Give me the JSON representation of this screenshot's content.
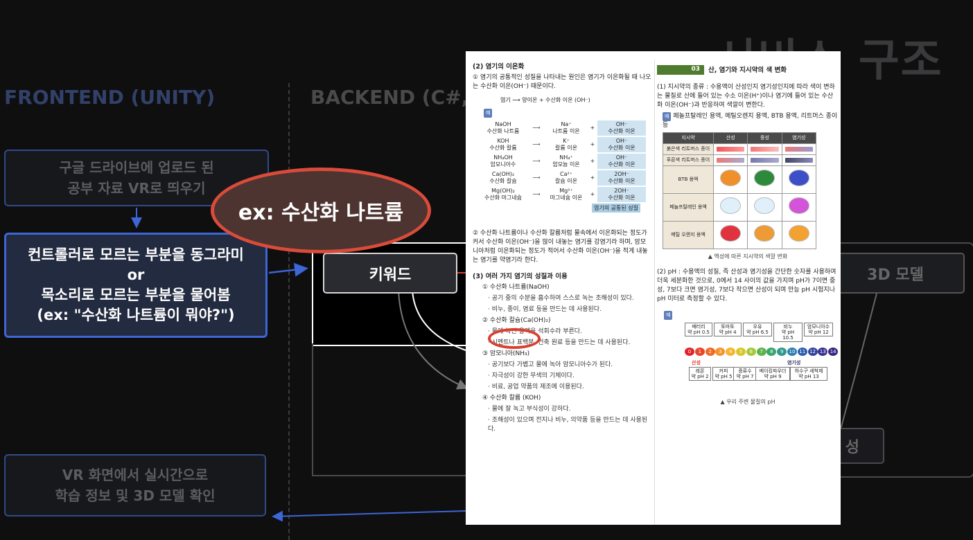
{
  "header": {
    "title": "서비스 구조"
  },
  "sections": {
    "frontend": "FRONTEND (UNITY)",
    "backend": "BACKEND (C#,"
  },
  "frontend_boxes": {
    "upload_line1": "구글 드라이브에 업로드 된",
    "upload_line2": "공부 자료 VR로 띄우기",
    "ask_line1": "컨트롤러로 모르는 부분을 동그라미",
    "ask_line2": "or",
    "ask_line3": "목소리로 모르는 부분을 물어봄",
    "ask_line4": "(ex: \"수산화 나트륨이 뭐야?\")",
    "result_line1": "VR 화면에서 실시간으로",
    "result_line2": "학습 정보 및 3D 모델 확인"
  },
  "backend": {
    "keyword": "키워드",
    "model": "3D 모델",
    "gen_partial": "성"
  },
  "callout": {
    "text": "ex: 수산화 나트륨"
  },
  "document": {
    "left": {
      "h_ionize": "(2) 염기의 이온화",
      "p1": "① 염기의 공통적인 성질을 나타내는 원인은 염기가 이온화될 때 나오는 수산화 이온(OH⁻) 때문이다.",
      "general_eq": "염기 ⟶ 양이온 + 수산화 이온 (OH⁻)",
      "ex_tag": "예",
      "equations": [
        {
          "base": "NaOH",
          "base_name": "수산화 나트륨",
          "cation": "Na⁺",
          "cation_name": "나트륨 이온",
          "anion": "OH⁻",
          "anion_name": "수산화 이온"
        },
        {
          "base": "KOH",
          "base_name": "수산화 칼륨",
          "cation": "K⁺",
          "cation_name": "칼륨 이온",
          "anion": "OH⁻",
          "anion_name": "수산화 이온"
        },
        {
          "base": "NH₄OH",
          "base_name": "암모니아수",
          "cation": "NH₄⁺",
          "cation_name": "암모늄 이온",
          "anion": "OH⁻",
          "anion_name": "수산화 이온"
        },
        {
          "base": "Ca(OH)₂",
          "base_name": "수산화 칼슘",
          "cation": "Ca²⁺",
          "cation_name": "칼슘 이온",
          "anion": "2OH⁻",
          "anion_name": "수산화 이온"
        },
        {
          "base": "Mg(OH)₂",
          "base_name": "수산화 마그네슘",
          "cation": "Mg²⁺",
          "cation_name": "마그네슘 이온",
          "anion": "2OH⁻",
          "anion_name": "수산화 이온"
        }
      ],
      "common_label": "염기의 공통된 성질",
      "p2": "② 수산화 나트륨이나 수산화 칼륨처럼 물속에서 이온화되는 정도가 커서 수산화 이온(OH⁻)을 많이 내놓는 염기를 강염기라 하며, 암모니아처럼 이온화되는 정도가 적어서 수산화 이온(OH⁻)을 적게 내놓는 염기를 약염기라 한다.",
      "h_uses": "(3) 여러 가지 염기의 성질과 이용",
      "items": [
        {
          "title": "① 수산화 나트륨(NaOH)",
          "bullets": [
            "· 공기 중의 수분을 흡수하여 스스로 녹는 조해성이 있다.",
            "· 비누, 종이, 염료 등을 만드는 데 사용된다."
          ]
        },
        {
          "title": "② 수산화 칼슘(Ca(OH)₂)",
          "bullets": [
            "· 물에 녹인 용액을 석회수라 부른다.",
            "· 시멘트나 표백분, 건축 원료 등을 만드는 데 사용된다."
          ]
        },
        {
          "title": "③ 암모니아(NH₃)",
          "bullets": [
            "· 공기보다 가볍고 물에 녹아 암모니아수가 된다.",
            "· 자극성이 강한 무색의 기체이다.",
            "· 비료, 공업 약품의 제조에 이용된다."
          ]
        },
        {
          "title": "④ 수산화 칼륨 (KOH)",
          "bullets": [
            "· 물에 잘 녹고 부식성이 강하다.",
            "· 조해성이 있으며 전지나 비누, 의약품 등을 만드는 데 사용된다."
          ]
        }
      ]
    },
    "right": {
      "sec_num": "03",
      "sec_title": "산, 염기와 지시약의 색 변화",
      "p1": "(1) 지시약의 종류 : 수용액이 산성인지 염기성인지에 따라 색이 변하는 물질로 산에 들어 있는 수소 이온(H⁺)이나 염기에 들어 있는 수산화 이온(OH⁻)과 반응하여 색깔이 변한다.",
      "ex_tag": "예",
      "ex_text": "페놀프탈레인 용액, 메틸오렌지 용액, BTB 용액, 리트머스 종이 등",
      "table_headers": [
        "지시약",
        "산성",
        "중성",
        "염기성"
      ],
      "table_rows": [
        "붉은색 리트머스 종이",
        "푸른색 리트머스 종이",
        "BTB 용액",
        "페놀프탈레인 용액",
        "메틸 오렌지 용액"
      ],
      "table_caption": "▲ 액성에 따른 지시약의 색깔 변화",
      "p2": "(2) pH : 수용액의 성질, 즉 산성과 염기성을 간단한 숫자를 사용하여 더욱 세분화한 것으로, 0에서 14 사이의 값을 가지며 pH가 7이면 중성, 7보다 크면 염기성, 7보다 작으면 산성이 되며 만능 pH 시험지나 pH 미터로 측정할 수 있다.",
      "ph_top": [
        {
          "name": "배터리",
          "ph": "약 pH 0.5"
        },
        {
          "name": "토마토",
          "ph": "약 pH 4"
        },
        {
          "name": "우유",
          "ph": "약 pH 6.5"
        },
        {
          "name": "비누",
          "ph": "약 pH 10.5"
        },
        {
          "name": "암모니아수",
          "ph": "약 pH 12"
        }
      ],
      "ph_bottom": [
        {
          "name": "레몬",
          "ph": "약 pH 2"
        },
        {
          "name": "커피",
          "ph": "약 pH 5"
        },
        {
          "name": "증류수",
          "ph": "약 pH 7"
        },
        {
          "name": "베이킹파우더",
          "ph": "약 pH 9"
        },
        {
          "name": "하수구 세척제",
          "ph": "약 pH 13"
        }
      ],
      "ph_acid": "산성",
      "ph_base": "염기성",
      "ph_caption": "▲ 우리 주변 물질의 pH"
    }
  }
}
